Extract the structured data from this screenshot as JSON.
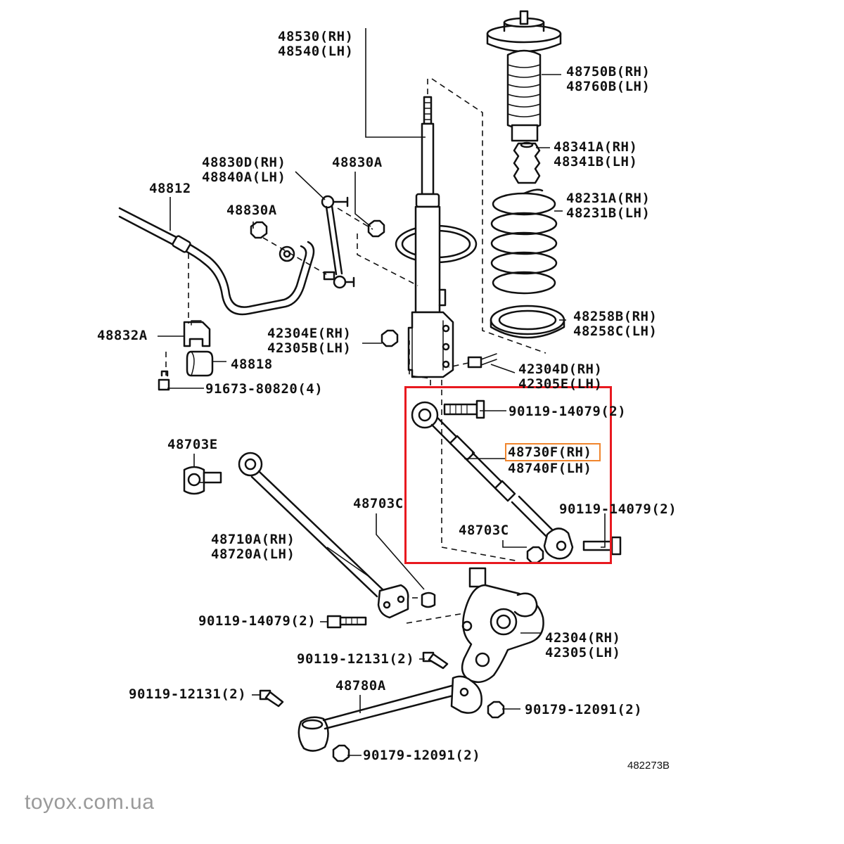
{
  "highlight": {
    "selection_color": "#e8191f",
    "part_color": "#f0852d"
  },
  "labels": {
    "p48530": "48530(RH)\n48540(LH)",
    "p48750b": "48750B(RH)\n48760B(LH)",
    "p48341a": "48341A(RH)\n48341B(LH)",
    "p48231a": "48231A(RH)\n48231B(LH)",
    "p48830d": "48830D(RH)\n48840A(LH)",
    "p48830a_top": "48830A",
    "p48812": "48812",
    "p48830a_mid": "48830A",
    "p48258b": "48258B(RH)\n48258C(LH)",
    "p48832a": "48832A",
    "p42304e": "42304E(RH)\n42305B(LH)",
    "p48818": "48818",
    "p42304d": "42304D(RH)\n42305E(LH)",
    "p91673": "91673-80820(4)",
    "p90119_a": "90119-14079(2)",
    "p48703e": "48703E",
    "p48730f": "48730F(RH)",
    "p48740f": "48740F(LH)",
    "p48703c_a": "48703C",
    "p90119_b": "90119-14079(2)",
    "p48703c_b": "48703C",
    "p48710a": "48710A(RH)\n48720A(LH)",
    "p90119_c": "90119-14079(2)",
    "p42304": "42304(RH)\n42305(LH)",
    "p90119_12131_a": "90119-12131(2)",
    "p48780a": "48780A",
    "p90119_12131_b": "90119-12131(2)",
    "p90179_a": "90179-12091(2)",
    "p90179_b": "90179-12091(2)"
  },
  "drawing_code": "482273B",
  "watermark": "toyox.com.ua"
}
